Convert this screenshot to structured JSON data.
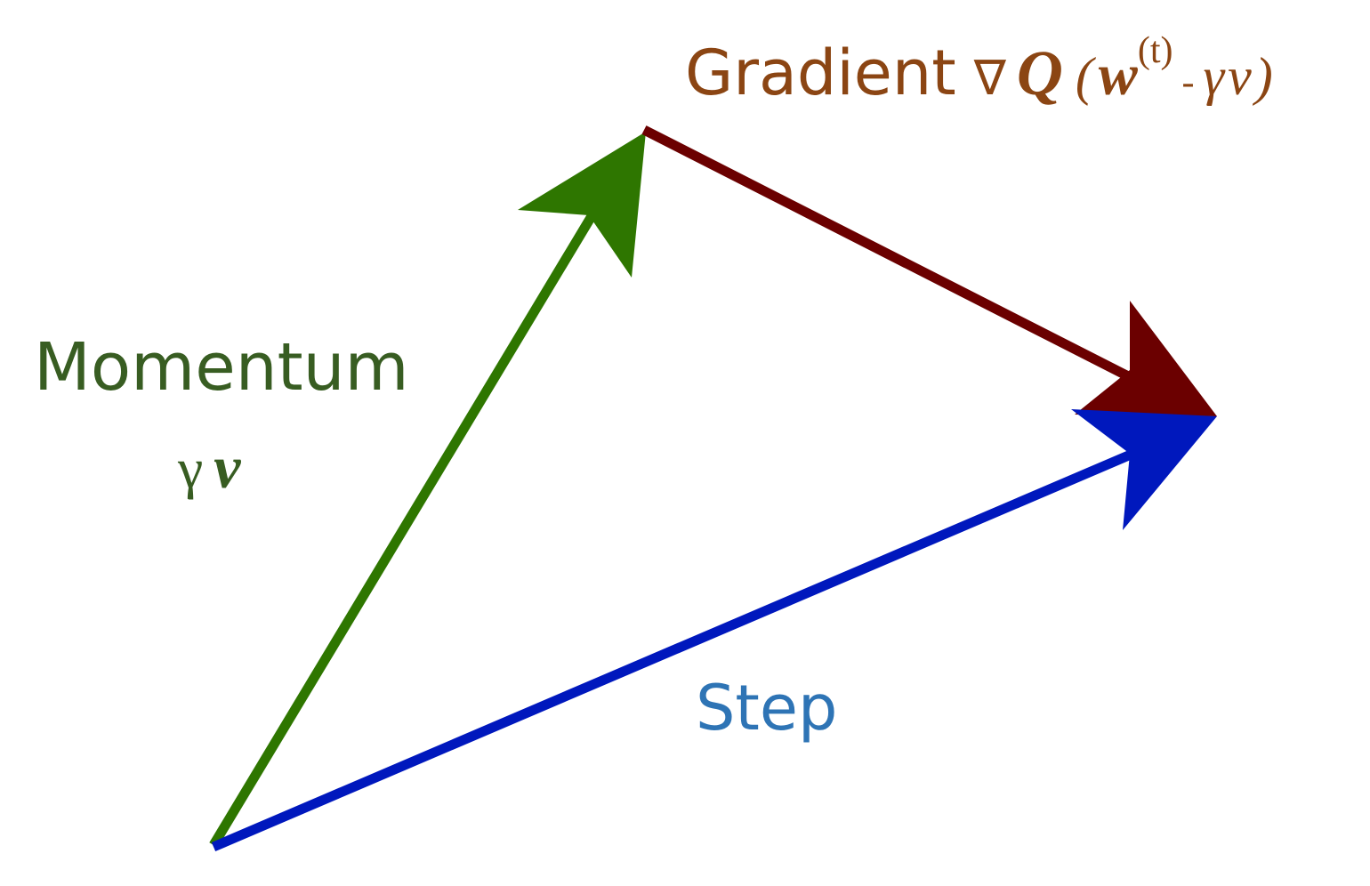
{
  "labels": {
    "gradient_word": "Gradient",
    "gradient_nabla": "∇",
    "gradient_Q": "Q",
    "gradient_open_paren": "(",
    "gradient_w": "w",
    "gradient_superscript": "(t)",
    "gradient_minus": "-",
    "gradient_gamma": "γ",
    "gradient_v": "v",
    "gradient_close_paren": ")",
    "momentum_word": "Momentum",
    "momentum_gamma": "γ",
    "momentum_v": "v",
    "step_word": "Step"
  },
  "colors": {
    "momentum_arrow": "#2e7600",
    "gradient_arrow": "#6b0000",
    "step_arrow": "#0018bd",
    "momentum_text": "#385d22",
    "gradient_text": "#8b4513",
    "step_text": "#2e74b5"
  }
}
